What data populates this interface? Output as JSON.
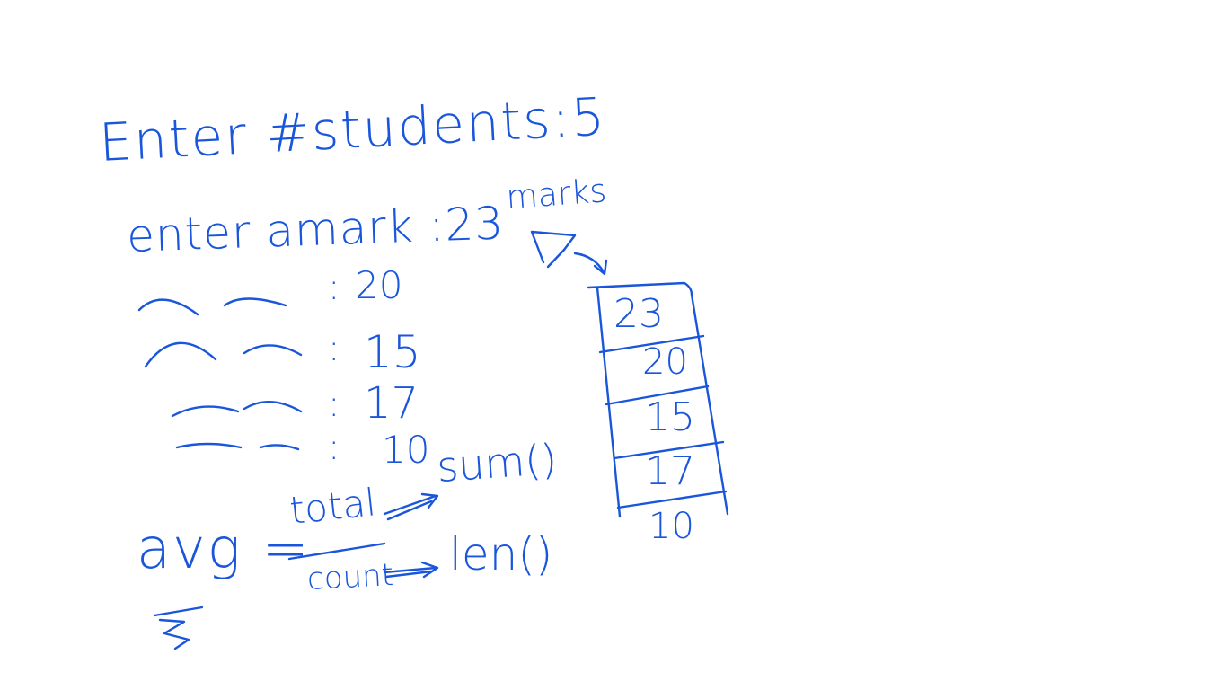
{
  "prompt_line": "Enter #students:5",
  "first_mark_line": "enter amark :23",
  "repeated_values": [
    "20",
    "15",
    "17",
    "10"
  ],
  "marks_label": "marks",
  "marks_array": [
    "23",
    "20",
    "15",
    "17",
    "10"
  ],
  "avg": {
    "lhs": "avg =",
    "numerator": "total",
    "denominator": "count",
    "numerator_fn": "sum()",
    "denominator_fn": "len()"
  },
  "ink_color": "#1a56db"
}
